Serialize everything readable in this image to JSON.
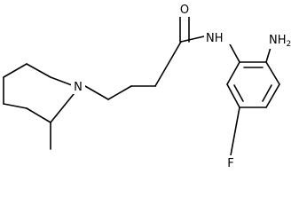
{
  "molecule": {
    "atoms": {
      "oxygen": "O",
      "amide_n": "N",
      "amide_h": "H",
      "ring_n": "N",
      "amine_n": "N",
      "amine_h": "H",
      "amine_h_count": "2",
      "fluorine": "F"
    },
    "colors": {
      "bond": "#000000",
      "label": "#000000",
      "background": "#ffffff"
    }
  }
}
